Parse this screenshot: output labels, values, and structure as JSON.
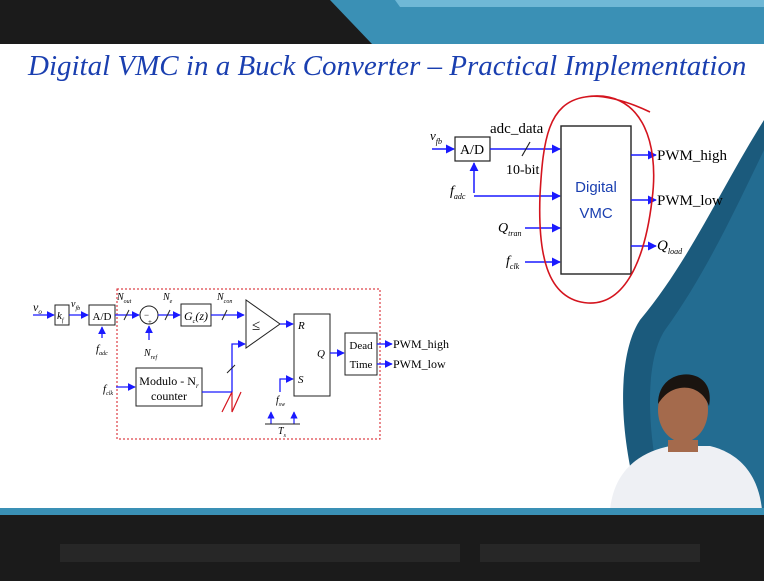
{
  "slide": {
    "title": "Digital VMC in a Buck Converter – Practical Implementation"
  },
  "top_diagram": {
    "input_v": "v",
    "input_v_sub": "fb",
    "adc_label": "A/D",
    "adc_data_label": "adc_data",
    "bit_label": "10-bit",
    "fadc": "f",
    "fadc_sub": "adc",
    "qtran": "Q",
    "qtran_sub": "tran",
    "fclk": "f",
    "fclk_sub": "clk",
    "vmc_line1": "Digital",
    "vmc_line2": "VMC",
    "out1": "PWM_high",
    "out2": "PWM_low",
    "out3": "Q",
    "out3_sub": "load"
  },
  "bottom_diagram": {
    "vo": "v",
    "vo_sub": "o",
    "kf": "k",
    "kf_sub": "f",
    "vfb": "v",
    "vfb_sub": "fb",
    "adc_label": "A/D",
    "fadc": "f",
    "fadc_sub": "adc",
    "nout": "N",
    "nout_sub": "out",
    "minus": "−",
    "plus": "+",
    "nref": "N",
    "nref_sub": "ref",
    "ne": "N",
    "ne_sub": "e",
    "gc": "G",
    "gc_sub": "c",
    "gc_arg": "(z)",
    "ncon": "N",
    "ncon_sub": "con",
    "comparator": "≤",
    "r_label": "R",
    "s_label": "S",
    "q_label": "Q",
    "dead1": "Dead",
    "dead2": "Time",
    "out1": "PWM_high",
    "out2": "PWM_low",
    "fclk": "f",
    "fclk_sub": "clk",
    "counter1": "Modulo - N",
    "counter1_sub": "r",
    "counter2": "counter",
    "fsw": "f",
    "fsw_sub": "sw",
    "ts": "T",
    "ts_sub": "s"
  }
}
